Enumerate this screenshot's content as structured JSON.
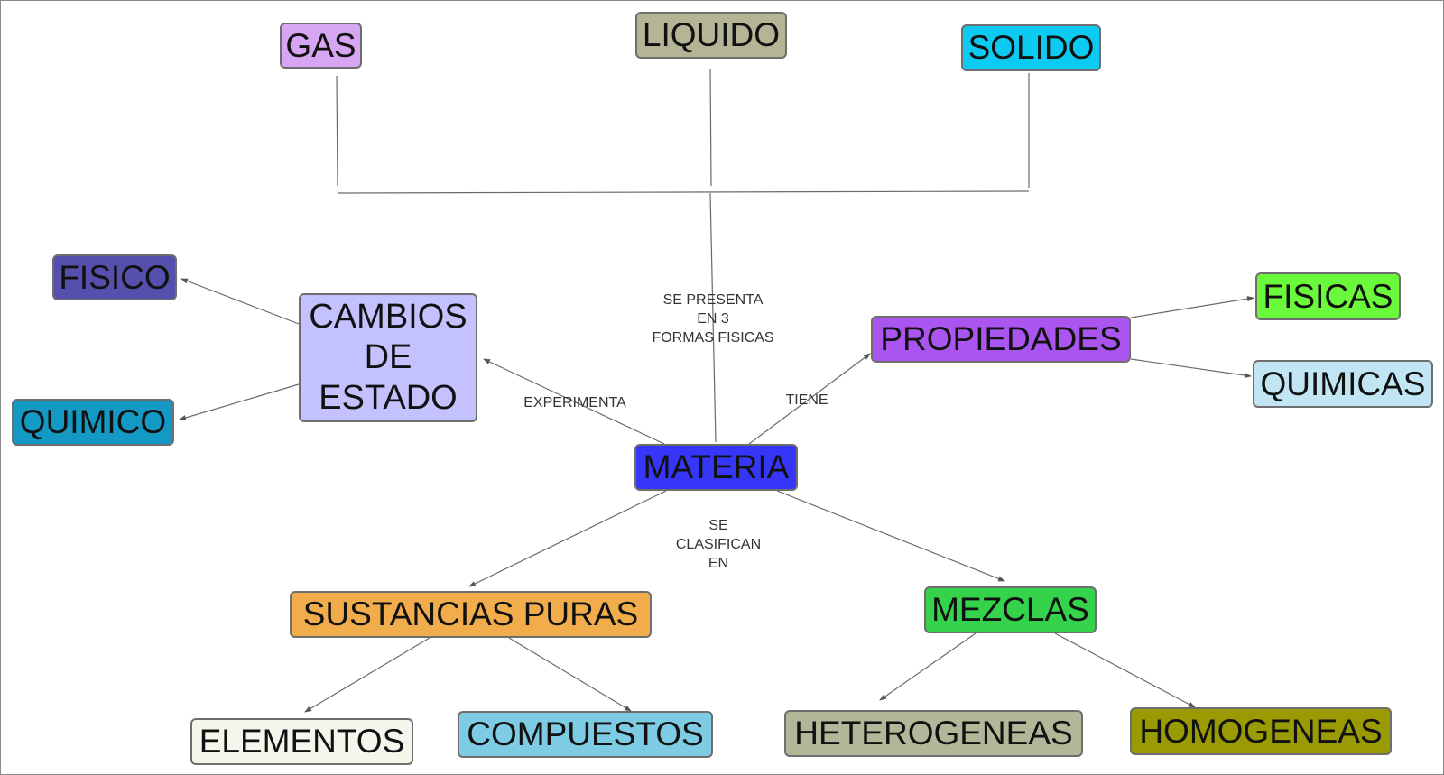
{
  "nodes": {
    "gas": {
      "label": "GAS",
      "color": "#d7a6f2"
    },
    "liquido": {
      "label": "LIQUIDO",
      "color": "#b3b596"
    },
    "solido": {
      "label": "SOLIDO",
      "color": "#0ccaf2"
    },
    "fisico": {
      "label": "FISICO",
      "color": "#5550ad"
    },
    "cambios": {
      "label": "CAMBIOS DE ESTADO",
      "color": "#c3c2ff"
    },
    "quimico": {
      "label": "QUIMICO",
      "color": "#1499c4"
    },
    "propiedades": {
      "label": "PROPIEDADES",
      "color": "#aa55ef"
    },
    "fisicas": {
      "label": "FISICAS",
      "color": "#6bfa3b"
    },
    "quimicas": {
      "label": "QUIMICAS",
      "color": "#c1e5f3"
    },
    "materia": {
      "label": "MATERIA",
      "color": "#3636f8"
    },
    "sustancias": {
      "label": "SUSTANCIAS PURAS",
      "color": "#f1ac4c"
    },
    "mezclas": {
      "label": "MEZCLAS",
      "color": "#34d34b"
    },
    "elementos": {
      "label": "ELEMENTOS",
      "color": "#f3f6ea"
    },
    "compuestos": {
      "label": "COMPUESTOS",
      "color": "#7ecbe4"
    },
    "heterogeneas": {
      "label": "HETEROGENEAS",
      "color": "#b1b799"
    },
    "homogeneas": {
      "label": "HOMOGENEAS",
      "color": "#9a9a02"
    }
  },
  "link_labels": {
    "presenta": "SE PRESENTA\nEN 3\nFORMAS FISICAS",
    "experimenta": "EXPERIMENTA",
    "tiene": "TIENE",
    "clasifican": "SE\nCLASIFICAN\nEN"
  }
}
